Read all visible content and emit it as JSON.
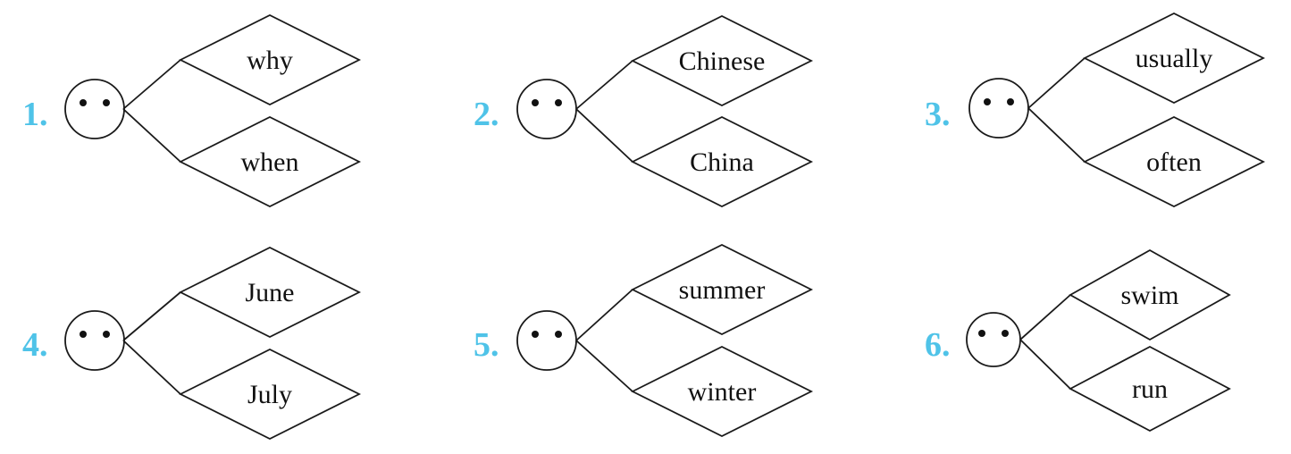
{
  "accent_color": "#4fc3e8",
  "items": [
    {
      "number": "1.",
      "face_icon": "face-circle-icon",
      "top_word": "why",
      "bottom_word": "when"
    },
    {
      "number": "2.",
      "face_icon": "face-circle-icon",
      "top_word": "Chinese",
      "bottom_word": "China"
    },
    {
      "number": "3.",
      "face_icon": "face-circle-icon",
      "top_word": "usually",
      "bottom_word": "often"
    },
    {
      "number": "4.",
      "face_icon": "face-circle-icon",
      "top_word": "June",
      "bottom_word": "July"
    },
    {
      "number": "5.",
      "face_icon": "face-circle-icon",
      "top_word": "summer",
      "bottom_word": "winter"
    },
    {
      "number": "6.",
      "face_icon": "face-circle-icon",
      "top_word": "swim",
      "bottom_word": "run"
    }
  ]
}
